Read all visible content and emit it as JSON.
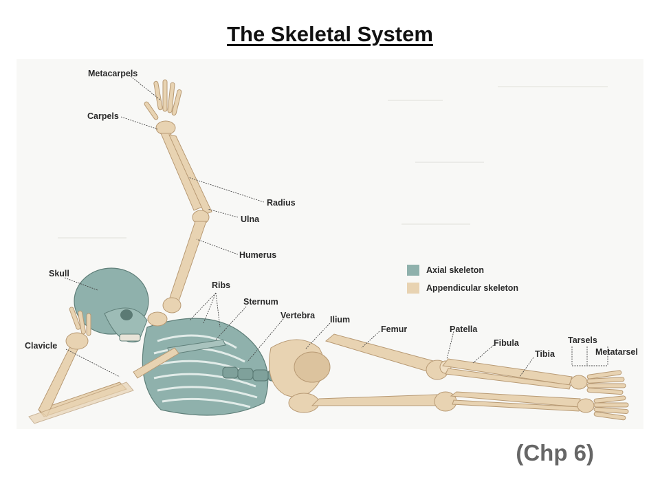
{
  "title": "The Skeletal System",
  "chapter": "(Chp 6)",
  "colors": {
    "axial": "#8fb1ac",
    "appendicular": "#e8d3b2"
  },
  "legend": {
    "axial_label": "Axial skeleton",
    "appendicular_label": "Appendicular skeleton"
  },
  "labels": {
    "metacarpels": "Metacarpels",
    "carpels": "Carpels",
    "radius": "Radius",
    "ulna": "Ulna",
    "humerus": "Humerus",
    "skull": "Skull",
    "ribs": "Ribs",
    "sternum": "Sternum",
    "vertebra": "Vertebra",
    "ilium": "Ilium",
    "femur": "Femur",
    "patella": "Patella",
    "fibula": "Fibula",
    "tibia": "Tibia",
    "tarsels": "Tarsels",
    "metatarsel": "Metatarsel",
    "clavicle": "Clavicle"
  }
}
